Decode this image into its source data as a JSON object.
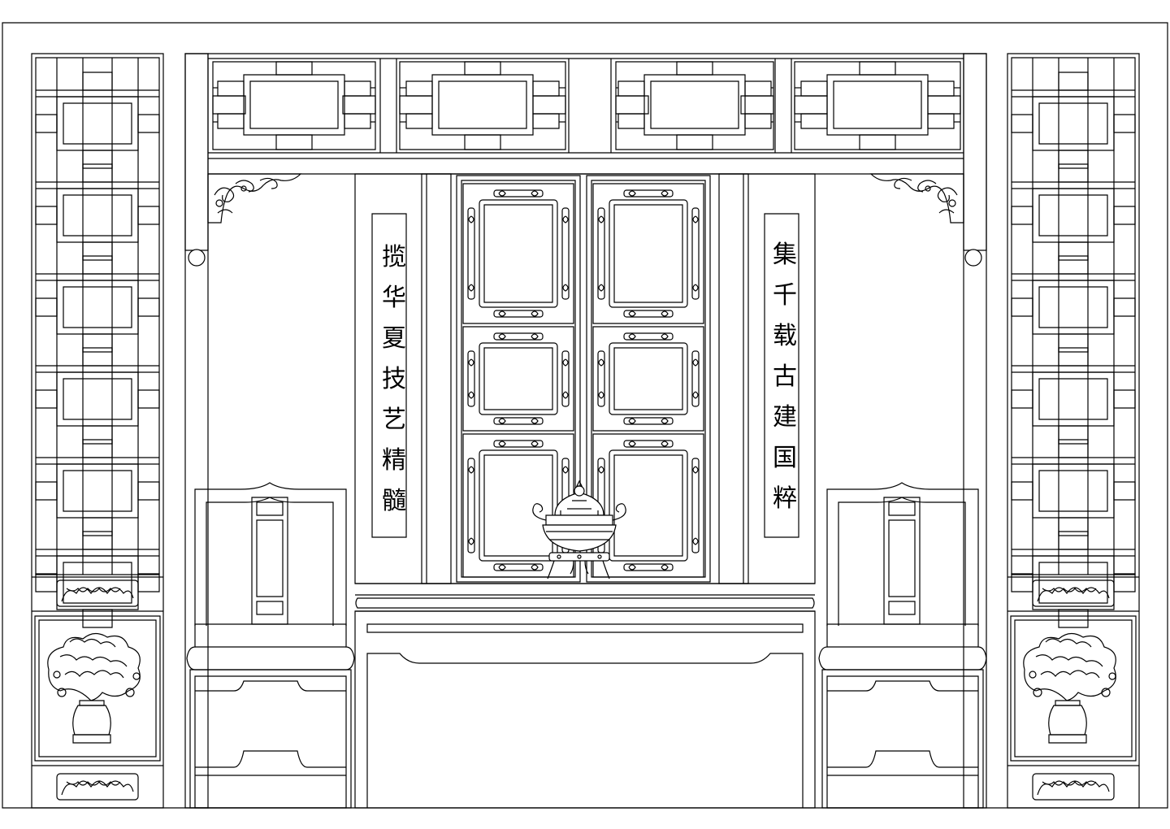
{
  "couplet_left": [
    "揽",
    "华",
    "夏",
    "技",
    "艺",
    "精",
    "髓"
  ],
  "couplet_right": [
    "集",
    "千",
    "载",
    "古",
    "建",
    "国",
    "粹"
  ],
  "colors": {
    "line": "#000000",
    "background": "#ffffff"
  }
}
